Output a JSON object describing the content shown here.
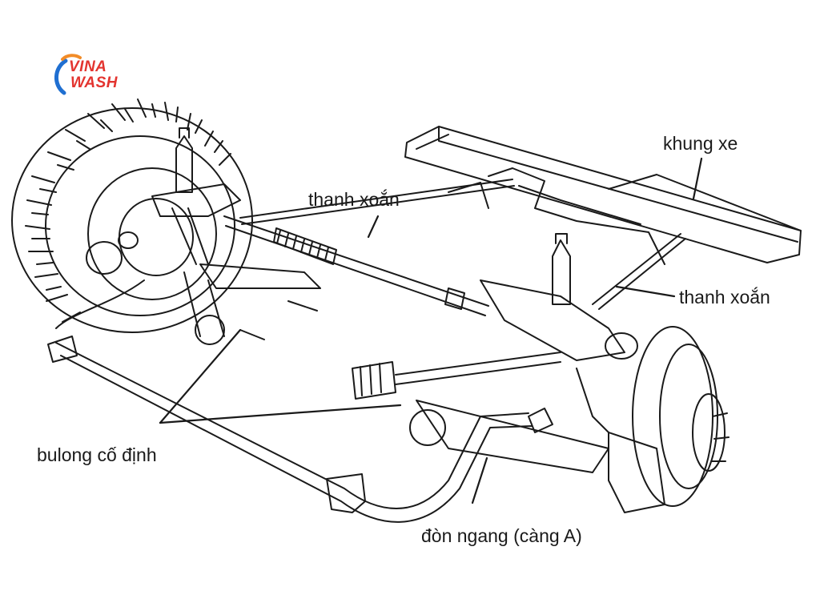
{
  "logo": {
    "line1": "VINA",
    "line2": "WASH",
    "colors": {
      "red": "#e3342f",
      "blue": "#1f6fd1",
      "orange": "#f28c28"
    }
  },
  "labels": {
    "frame": "khung xe",
    "torsion_bar_top": "thanh xoắn",
    "torsion_bar_right": "thanh xoắn",
    "fixing_bolt": "bulong cố định",
    "control_arm": "đòn ngang (càng A)"
  },
  "colors": {
    "line": "#1a1a1a",
    "background": "#ffffff"
  }
}
